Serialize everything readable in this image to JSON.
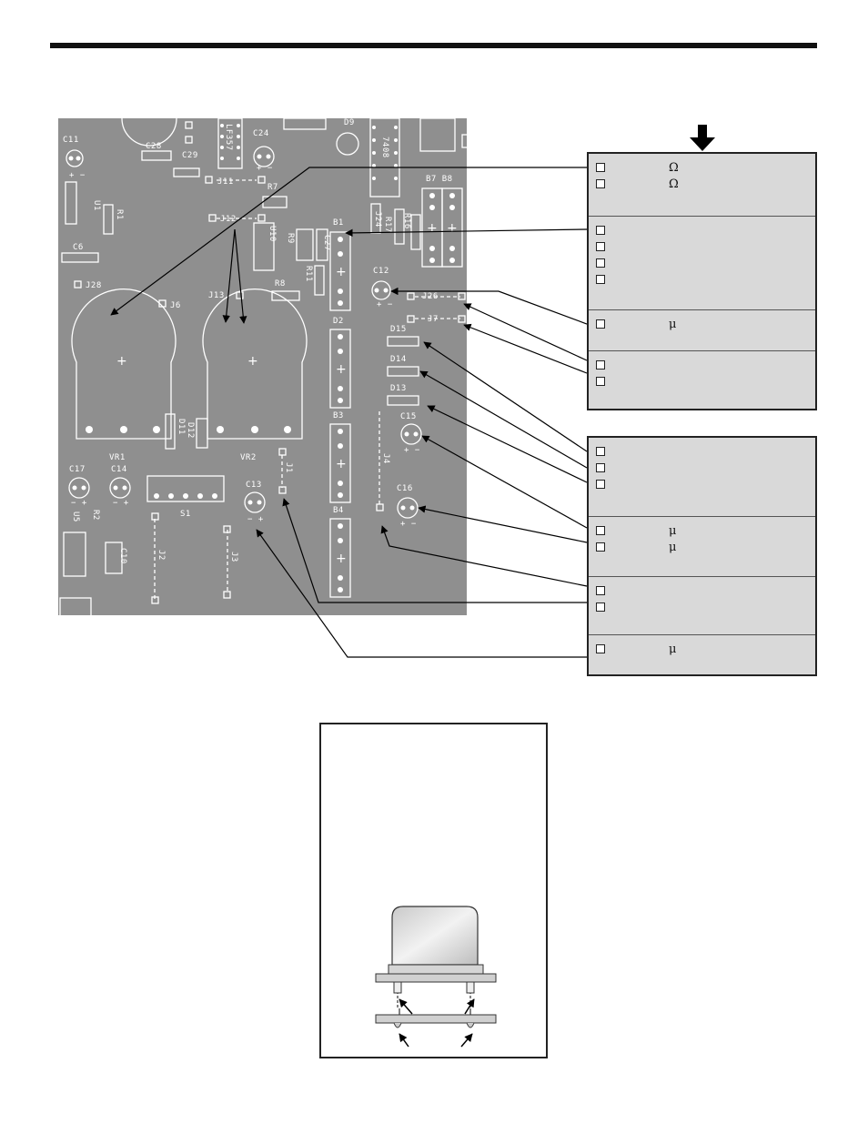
{
  "colors": {
    "board": "#8f8f8f",
    "panel": "#d9d9d9",
    "ink": "#111111",
    "trace": "#ffffff"
  },
  "board_labels": {
    "c11": "C11",
    "c28": "C28",
    "c29": "C29",
    "c24": "C24",
    "d9": "D9",
    "ic7408": "7408",
    "b7b8": "B7 B8",
    "j11": "J11",
    "r7": "R7",
    "u1": "U1",
    "r1": "R1",
    "c6": "C6",
    "j12": "J12",
    "u10": "U10",
    "lf357": "LF357",
    "r9": "R9",
    "c27": "C27",
    "b1": "B1",
    "j24": "J24",
    "r17": "R17",
    "r16": "R16",
    "j28": "J28",
    "j6": "J6",
    "j13": "J13",
    "r8": "R8",
    "r11": "R11",
    "c12": "C12",
    "j26": "J26",
    "d2": "D2",
    "j7": "J7",
    "d15": "D15",
    "d14": "D14",
    "d13": "D13",
    "d11": "D11",
    "d12": "D12",
    "vr1": "VR1",
    "vr2": "VR2",
    "b3": "B3",
    "c15": "C15",
    "c17": "C17",
    "c14": "C14",
    "s1": "S1",
    "c13": "C13",
    "j1": "J1",
    "j4": "J4",
    "c16": "C16",
    "u5": "U5",
    "r2": "R2",
    "c10": "C10",
    "j2": "J2",
    "j3": "J3",
    "b4": "B4",
    "plus": "+",
    "minus": "−",
    "plus_minus": "+ −",
    "minus_plus": "− +"
  },
  "panel1": {
    "sections": [
      {
        "rows": [
          {
            "symbol": "Ω"
          },
          {
            "symbol": "Ω"
          }
        ]
      },
      {
        "rows": [
          {
            "symbol": ""
          },
          {
            "symbol": ""
          },
          {
            "symbol": ""
          },
          {
            "symbol": ""
          }
        ]
      },
      {
        "rows": [
          {
            "symbol": "μ"
          }
        ]
      },
      {
        "rows": [
          {
            "symbol": ""
          },
          {
            "symbol": ""
          }
        ]
      }
    ]
  },
  "panel2": {
    "sections": [
      {
        "rows": [
          {
            "symbol": ""
          },
          {
            "symbol": ""
          },
          {
            "symbol": ""
          }
        ]
      },
      {
        "rows": [
          {
            "symbol": "μ"
          },
          {
            "symbol": "μ"
          }
        ]
      },
      {
        "rows": [
          {
            "symbol": ""
          },
          {
            "symbol": ""
          }
        ]
      },
      {
        "rows": [
          {
            "symbol": "μ"
          }
        ]
      }
    ]
  }
}
